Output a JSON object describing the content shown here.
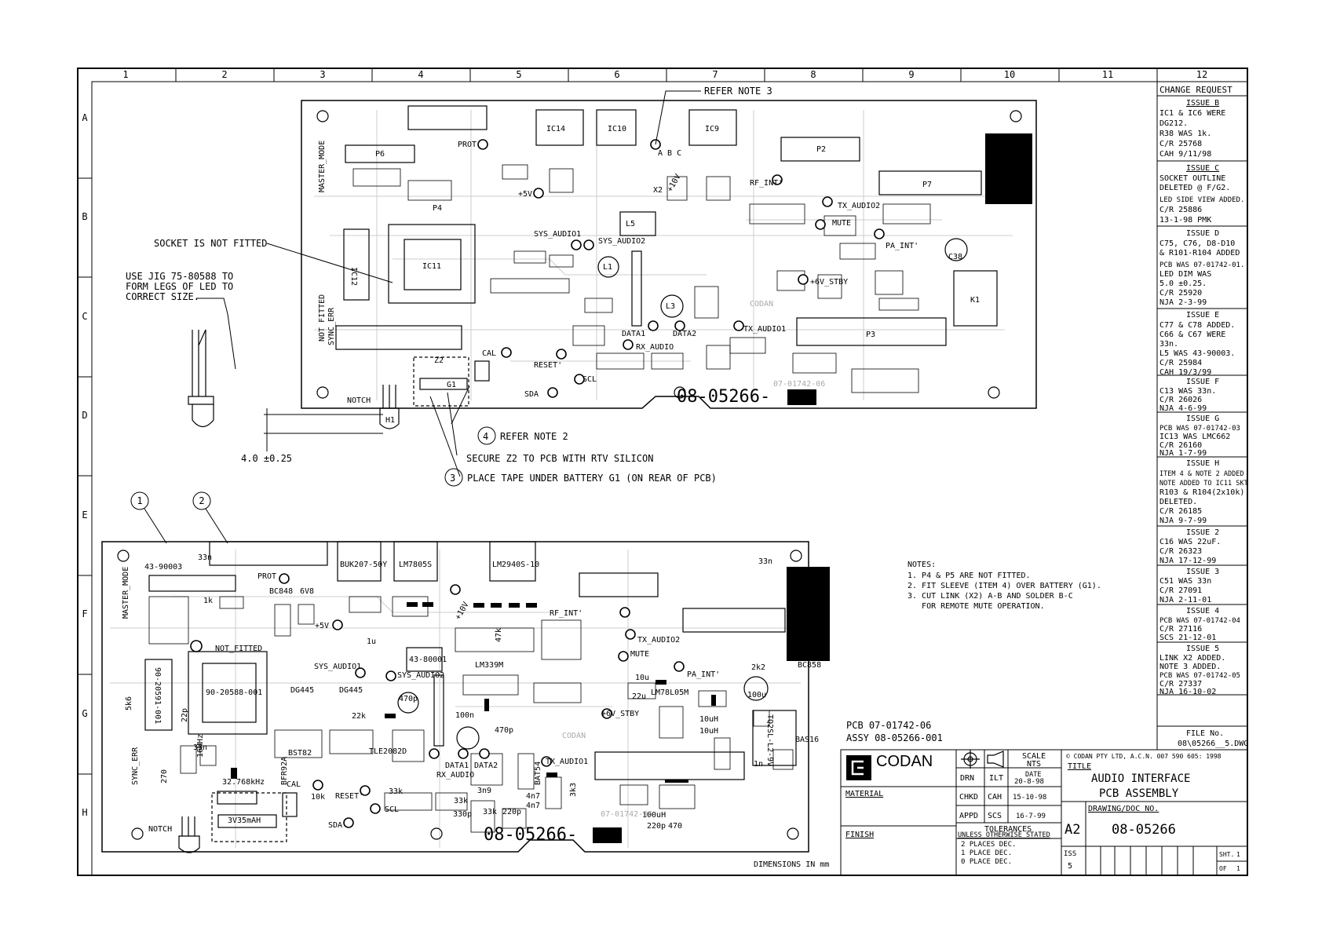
{
  "frame": {
    "columns": [
      "1",
      "2",
      "3",
      "4",
      "5",
      "6",
      "7",
      "8",
      "9",
      "10",
      "11",
      "12"
    ],
    "rows": [
      "A",
      "B",
      "C",
      "D",
      "E",
      "F",
      "G",
      "H"
    ]
  },
  "top_view": {
    "board_no": "08-05266-",
    "refer_note_3": "REFER NOTE 3",
    "socket_not_fitted": "SOCKET IS NOT FITTED",
    "jig_note": [
      "USE JIG 75-80588 TO",
      "FORM LEGS OF LED TO",
      "CORRECT SIZE."
    ],
    "dimension": "4.0  ±0.25",
    "note_4": "REFER NOTE 2",
    "secure_note": "SECURE Z2 TO PCB WITH RTV SILICON",
    "note_3": "PLACE TAPE UNDER BATTERY G1 (ON REAR OF PCB)",
    "callout_4": "4",
    "callout_3": "3",
    "labels": {
      "ic14": "IC14",
      "ic10": "IC10",
      "ic9": "IC9",
      "ic11": "IC11",
      "ic12": "IC12",
      "p2": "P2",
      "p3": "P3",
      "p4": "P4",
      "p6": "P6",
      "p7": "P7",
      "k1": "K1",
      "l1": "L1",
      "l3": "L3",
      "l5": "L5",
      "prot": "PROT",
      "five_v": "+5V",
      "ten_v": "+10V",
      "rf_int": "RF_INT'",
      "tx_audio2": "TX_AUDIO2",
      "mute": "MUTE",
      "sys_audio1": "SYS_AUDIO1",
      "sys_audio2": "SYS_AUDIO2",
      "pa_int": "PA_INT'",
      "six_v_stby": "+6V_STBY",
      "tx_audio1": "TX_AUDIO1",
      "rx_audio": "RX_AUDIO",
      "data1": "DATA1",
      "data2": "DATA2",
      "cal": "CAL",
      "reset": "RESET'",
      "scl": "SCL",
      "sda": "SDA",
      "notch": "NOTCH",
      "h1": "H1",
      "master_mode": "MASTER_MODE",
      "not_fitted": "NOT FITTED",
      "sync_err": "SYNC_ERR",
      "c38": "C38",
      "g1": "G1",
      "z2": "Z2",
      "x2": "X2",
      "abc": "A B C",
      "codan_silk": "CODAN",
      "board_silk": "07-01742-06"
    }
  },
  "bottom_view": {
    "board_no": "08-05266-",
    "callout_1": "1",
    "callout_2": "2",
    "labels": {
      "buk": "BUK207-50Y",
      "lm7805": "LM7805S",
      "lm2940": "LM2940S-10",
      "ic_main": "90-20588-001",
      "ic_side": "90-20591-001",
      "part_43_80001": "43-80001",
      "part_43_90003": "43-90003",
      "prot": "PROT",
      "five_v": "+5V",
      "ten_v": "+10V",
      "rf_int": "RF_INT'",
      "tx_audio2": "TX_AUDIO2",
      "mute": "MUTE",
      "sys_audio1": "SYS_AUDIO1",
      "sys_audio2": "SYS_AUDIO2",
      "pa_int": "PA_INT'",
      "six_v_stby": "+6V_STBY",
      "tx_audio1": "TX_AUDIO1",
      "rx_audio": "RX_AUDIO",
      "data1": "DATA1",
      "data2": "DATA2",
      "cal": "CAL",
      "reset": "RESET'",
      "scl": "SCL",
      "sda": "SDA",
      "notch": "NOTCH",
      "master_mode": "MASTER_MODE",
      "not_fitted": "NOT_FITTED",
      "sync_err": "SYNC_ERR",
      "crystal": "32.768kHz",
      "battery": "3V35mAH",
      "xtal2": "16MHz",
      "lm339": "LM339M",
      "tle2082": "TLE2082D",
      "lm78l05": "LM78L05M",
      "tq2sl": "TQ2SL-L2-9V",
      "bc858": "BC858",
      "bas16": "BAS16",
      "dg445": "DG445",
      "c100u": "100u",
      "c33n": "33n",
      "c10u": "10u",
      "c1n": "1n",
      "c22u": "22u",
      "c470p": "470p",
      "c4n7": "4n7",
      "c33k": "33k",
      "c10k": "10k",
      "c100n": "100n",
      "c220p": "220p",
      "c470": "470",
      "c1u": "1u",
      "c10uh": "10uH",
      "c100uh": "100uH",
      "c2k2": "2k2",
      "c6v8": "6V8",
      "bc848": "BC848",
      "bat54": "BAT54",
      "c22k": "22k",
      "c5k6": "5k6",
      "c47k": "47k",
      "c3n9": "3n9",
      "c330p": "330p",
      "c3k3": "3k3",
      "c1k": "1k",
      "c22p": "22p",
      "c270": "270",
      "bst82": "BST82",
      "bfr92a": "BFR92A",
      "codan_silk": "CODAN",
      "board_silk": "07-01742-06"
    }
  },
  "notes": {
    "title": "NOTES:",
    "items": [
      "1. P4 & P5 ARE NOT FITTED.",
      "2. FIT SLEEVE (ITEM 4) OVER BATTERY (G1).",
      "3. CUT LINK (X2) A-B AND SOLDER B-C",
      "   FOR REMOTE MUTE OPERATION."
    ]
  },
  "pcb_ref": "PCB 07-01742-06",
  "assy_ref": "ASSY 08-05266-001",
  "dimensions_note": "DIMENSIONS IN mm",
  "change_request": {
    "title": "CHANGE REQUEST",
    "issues": [
      {
        "heading": "ISSUE B",
        "lines": [
          "IC1 & IC6 WERE",
          "DG212.",
          "R38 WAS 1k.",
          "C/R 25768",
          "CAH 9/11/98"
        ]
      },
      {
        "heading": "ISSUE C",
        "lines": [
          "SOCKET OUTLINE",
          "DELETED @ F/G2.",
          "LED SIDE VIEW ADDED.",
          "C/R 25886",
          "13-1-98  PMK"
        ]
      },
      {
        "heading": "ISSUE D",
        "lines": [
          "C75, C76, D8-D10",
          "& R101-R104 ADDED",
          "PCB WAS 07-01742-01.",
          "LED DIM WAS",
          "5.0 ±0.25.",
          "C/R 25920",
          "NJA 2-3-99"
        ]
      },
      {
        "heading": "ISSUE E",
        "lines": [
          "C77 & C78 ADDED.",
          "C66 & C67 WERE",
          "33n.",
          "L5 WAS 43-90003.",
          "C/R 25984",
          "CAH 19/3/99"
        ]
      },
      {
        "heading": "ISSUE F",
        "lines": [
          "C13 WAS 33n.",
          "C/R 26026",
          "NJA 4-6-99"
        ]
      },
      {
        "heading": "ISSUE G",
        "lines": [
          "PCB WAS 07-01742-03",
          "IC13 WAS LMC662",
          "C/R 26160",
          "NJA 1-7-99"
        ]
      },
      {
        "heading": "ISSUE H",
        "lines": [
          "ITEM 4 & NOTE 2 ADDED",
          "NOTE ADDED TO IC11 SKT",
          "R103 & R104(2x10k)",
          "DELETED.",
          "C/R 26185",
          "NJA 9-7-99"
        ]
      },
      {
        "heading": "ISSUE 2",
        "lines": [
          "C16 WAS 22uF.",
          "C/R 26323",
          "NJA 17-12-99"
        ]
      },
      {
        "heading": "ISSUE 3",
        "lines": [
          "C51 WAS 33n",
          "C/R 27091",
          "NJA 2-11-01"
        ]
      },
      {
        "heading": "ISSUE 4",
        "lines": [
          "PCB WAS 07-01742-04",
          "C/R 27116",
          "SCS  21-12-01"
        ]
      },
      {
        "heading": "ISSUE 5",
        "lines": [
          "LINK X2 ADDED.",
          "NOTE 3 ADDED.",
          "PCB WAS 07-01742-05",
          "C/R 27337",
          "NJA 16-10-02"
        ]
      }
    ],
    "file_label": "FILE No.",
    "file_value": "08\\05266__5.DWG"
  },
  "title_block": {
    "company": "CODAN",
    "copyright": "© CODAN  PTY LTD, A.C.N. 007 590 605:  1998",
    "title_label": "TITLE",
    "title_lines": [
      "AUDIO INTERFACE",
      "PCB ASSEMBLY"
    ],
    "material": "MATERIAL",
    "finish": "FINISH",
    "scale_label": "SCALE",
    "scale_value": "NTS",
    "date_label": "DATE",
    "drn": "DRN",
    "drn_who": "ILT",
    "drn_date": "20-8-98",
    "chkd": "CHKD",
    "chkd_who": "CAH",
    "chkd_date": "15-10-98",
    "appd": "APPD",
    "appd_who": "SCS",
    "appd_date": "16-7-99",
    "tolerances": "TOLERANCES",
    "unless": "UNLESS OTHERWISE STATED",
    "tol_lines": [
      "2 PLACES DEC.",
      "1 PLACE DEC.",
      "0 PLACE DEC."
    ],
    "size": "A2",
    "drawing_label": "DRAWING/DOC NO.",
    "drawing_no": "08-05266",
    "iss_label": "ISS",
    "iss_value": "5",
    "sht_label": "SHT.",
    "sht_value": "1",
    "of_label": "OF",
    "of_value": "1"
  }
}
